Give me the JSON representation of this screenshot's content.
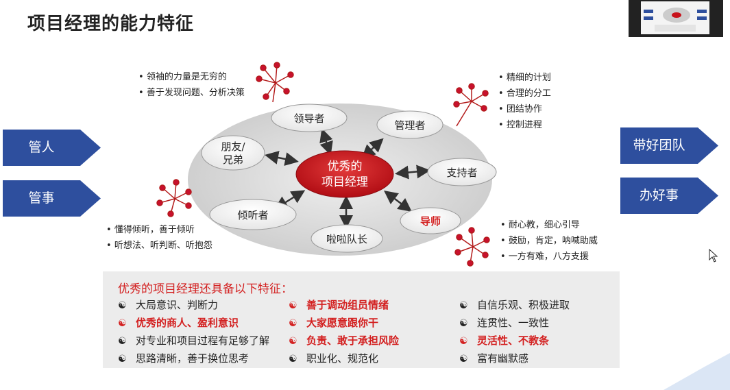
{
  "title": "项目经理的能力特征",
  "left_arrows": [
    "管人",
    "管事"
  ],
  "right_arrows": [
    "带好团队",
    "办好事"
  ],
  "center": {
    "line1": "优秀的",
    "line2": "项目经理"
  },
  "nodes": {
    "leader": "领导者",
    "manager": "管理者",
    "supporter": "支持者",
    "mentor": "导师",
    "cheerleader": "啦啦队长",
    "listener": "倾听者",
    "friend_line1": "朋友/",
    "friend_line2": "兄弟"
  },
  "notes": {
    "top_left": [
      "领袖的力量是无穷的",
      "善于发现问题、分析决策"
    ],
    "top_right": [
      "精细的计划",
      "合理的分工",
      "团结协作",
      "控制进程"
    ],
    "bottom_left": [
      "懂得倾听，善于倾听",
      "听想法、听判断、听抱怨"
    ],
    "bottom_right": [
      "耐心教，细心引导",
      "鼓励，肯定，呐喊助威",
      "一方有难，八方支援"
    ]
  },
  "traits_title": "优秀的项目经理还具备以下特征：",
  "traits": {
    "col1": [
      {
        "text": "大局意识、判断力",
        "highlight": false
      },
      {
        "text": "优秀的商人、盈利意识",
        "highlight": true
      },
      {
        "text": "对专业和项目过程有足够了解",
        "highlight": false
      },
      {
        "text": "思路清晰，善于换位思考",
        "highlight": false
      }
    ],
    "col2": [
      {
        "text": "善于调动组员情绪",
        "highlight": true
      },
      {
        "text": "大家愿意跟你干",
        "highlight": true
      },
      {
        "text": "负责、敢于承担风险",
        "highlight": true
      },
      {
        "text": "职业化、规范化",
        "highlight": false
      }
    ],
    "col3": [
      {
        "text": "自信乐观、积极进取",
        "highlight": false
      },
      {
        "text": "连贯性、一致性",
        "highlight": false
      },
      {
        "text": "灵活性、不教条",
        "highlight": true
      },
      {
        "text": "富有幽默感",
        "highlight": false
      }
    ]
  },
  "trait_symbol": "☯",
  "colors": {
    "accent_red": "#d32020",
    "arrow_blue": "#2e4f9e",
    "center_red": "#c8121b",
    "ellipse_gray": "#d9d9d9"
  }
}
